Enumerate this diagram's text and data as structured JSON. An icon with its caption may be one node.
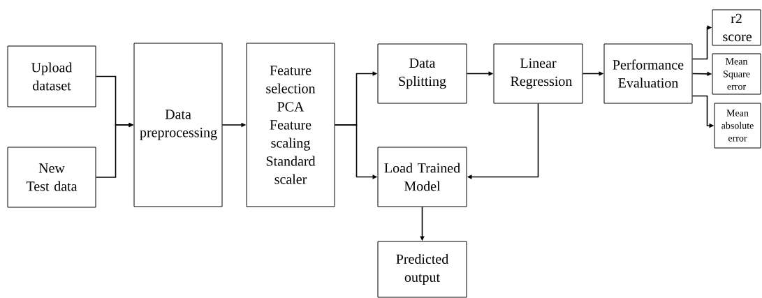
{
  "diagram": {
    "nodes": [
      {
        "text": [
          "Upload dataset"
        ]
      },
      {
        "text": [
          "New Test data"
        ]
      },
      {
        "text": [
          "Data preprocessing"
        ]
      },
      {
        "text": [
          "Feature selection PCA Feature scaling Standard scaler"
        ]
      },
      {
        "text": [
          "Data Splitting"
        ]
      },
      {
        "text": [
          "Linear Regression"
        ]
      },
      {
        "text": [
          "Performance Evaluation"
        ]
      },
      {
        "text": [
          "r2 score"
        ]
      },
      {
        "text": [
          "Mean Square error"
        ]
      },
      {
        "text": [
          "Mean absolute error"
        ]
      },
      {
        "text": [
          "Load Trained Model"
        ]
      },
      {
        "text": [
          "Predicted output"
        ]
      }
    ],
    "edges": [
      {
        "from": 0,
        "to": 2,
        "arrow": "to"
      },
      {
        "from": 1,
        "to": 2,
        "arrow": "to"
      },
      {
        "from": 2,
        "to": 3,
        "arrow": "to"
      },
      {
        "from": 3,
        "to": 4,
        "arrow": "to"
      },
      {
        "from": 3,
        "to": 10,
        "arrow": "to"
      },
      {
        "from": 4,
        "to": 5,
        "arrow": "to"
      },
      {
        "from": 5,
        "to": 6,
        "arrow": "to"
      },
      {
        "from": 6,
        "to": 7,
        "arrow": "to"
      },
      {
        "from": 6,
        "to": 8,
        "arrow": "to"
      },
      {
        "from": 6,
        "to": 9,
        "arrow": "to"
      },
      {
        "from": 5,
        "to": 10,
        "arrow": "to"
      },
      {
        "from": 10,
        "to": 11,
        "arrow": "to"
      }
    ]
  }
}
